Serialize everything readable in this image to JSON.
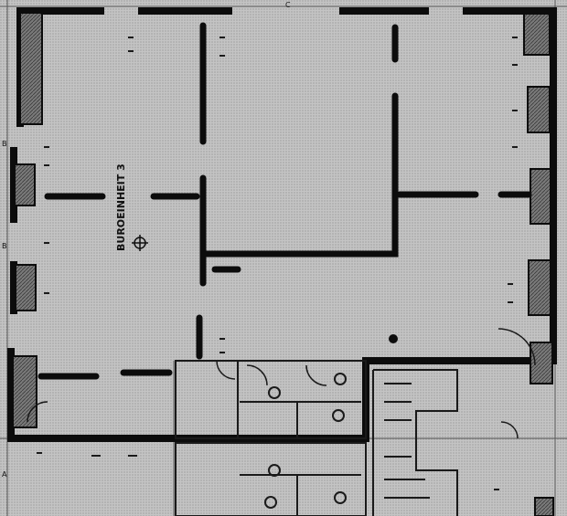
{
  "plan": {
    "unit_label": "BUROEINHEIT 3",
    "axis_marks": [
      "C",
      "B",
      "B",
      "A"
    ],
    "colors": {
      "paper": "#bdbdbd",
      "wall": "#0c0c0c",
      "wall_fill": "#8c8c8c",
      "ink": "#1a1a1a"
    },
    "icons": [
      "north-arrow-icon",
      "column-dot-icon"
    ]
  }
}
